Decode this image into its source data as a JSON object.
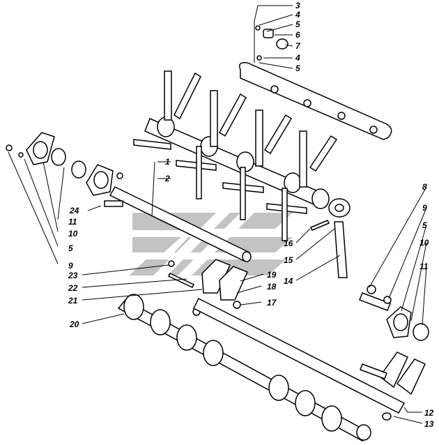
{
  "diagram": {
    "callouts": [
      {
        "id": "c3a",
        "text": "3"
      },
      {
        "id": "c4a",
        "text": "4"
      },
      {
        "id": "c5a",
        "text": "5"
      },
      {
        "id": "c6",
        "text": "6"
      },
      {
        "id": "c7",
        "text": "7"
      },
      {
        "id": "c4b",
        "text": "4"
      },
      {
        "id": "c5b",
        "text": "5"
      },
      {
        "id": "c1",
        "text": "1"
      },
      {
        "id": "c2",
        "text": "2"
      },
      {
        "id": "c24",
        "text": "24"
      },
      {
        "id": "c11a",
        "text": "11"
      },
      {
        "id": "c10a",
        "text": "10"
      },
      {
        "id": "c5c",
        "text": "5"
      },
      {
        "id": "c9a",
        "text": "9"
      },
      {
        "id": "c23",
        "text": "23"
      },
      {
        "id": "c22",
        "text": "22"
      },
      {
        "id": "c21",
        "text": "21"
      },
      {
        "id": "c20",
        "text": "20"
      },
      {
        "id": "c19",
        "text": "19"
      },
      {
        "id": "c18",
        "text": "18"
      },
      {
        "id": "c17",
        "text": "17"
      },
      {
        "id": "c16",
        "text": "16"
      },
      {
        "id": "c15",
        "text": "15"
      },
      {
        "id": "c14",
        "text": "14"
      },
      {
        "id": "c8",
        "text": "8"
      },
      {
        "id": "c9b",
        "text": "9"
      },
      {
        "id": "c5d",
        "text": "5"
      },
      {
        "id": "c10b",
        "text": "10"
      },
      {
        "id": "c11b",
        "text": "11"
      },
      {
        "id": "c12",
        "text": "12"
      },
      {
        "id": "c13",
        "text": "13"
      }
    ]
  }
}
